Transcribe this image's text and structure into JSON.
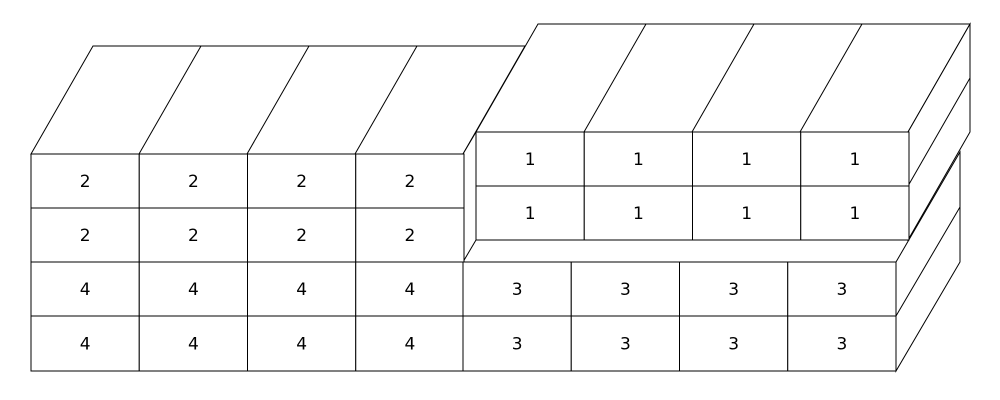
{
  "diagram": {
    "colors": {
      "line": "#000000",
      "fill": "#ffffff"
    },
    "stack_4": {
      "labels": [
        [
          "4",
          "4",
          "4",
          "4"
        ],
        [
          "4",
          "4",
          "4",
          "4"
        ]
      ]
    },
    "stack_2": {
      "labels": [
        [
          "2",
          "2",
          "2",
          "2"
        ],
        [
          "2",
          "2",
          "2",
          "2"
        ]
      ]
    },
    "stack_3": {
      "labels": [
        [
          "3",
          "3",
          "3",
          "3"
        ],
        [
          "3",
          "3",
          "3",
          "3"
        ]
      ]
    },
    "stack_1": {
      "labels": [
        [
          "1",
          "1",
          "1",
          "1"
        ],
        [
          "1",
          "1",
          "1",
          "1"
        ]
      ]
    }
  }
}
